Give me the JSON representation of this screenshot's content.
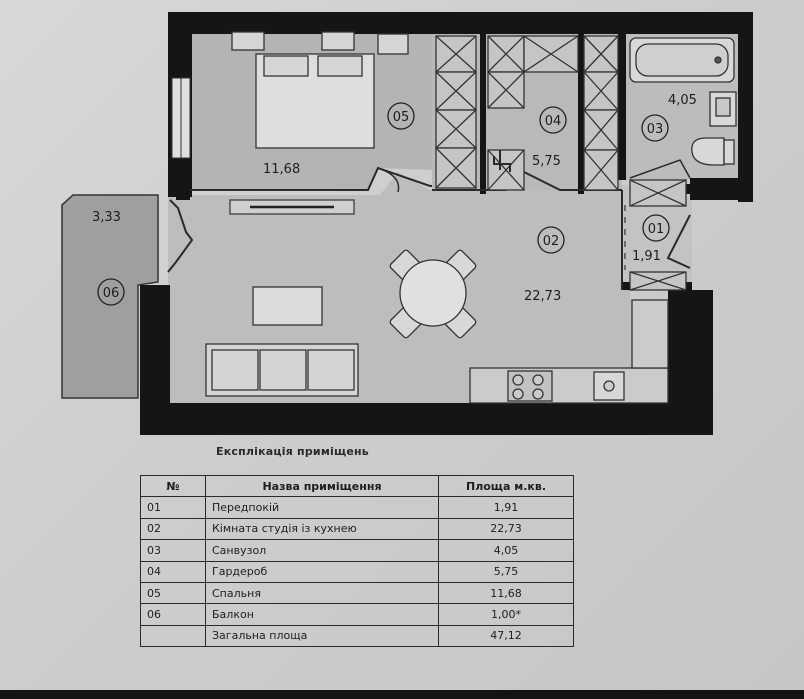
{
  "plan": {
    "rooms": [
      {
        "code": "05",
        "area": "11,68"
      },
      {
        "code": "04",
        "area": "5,75"
      },
      {
        "code": "03",
        "area": "4,05"
      },
      {
        "code": "02",
        "area": "22,73"
      },
      {
        "code": "01",
        "area": "1,91"
      },
      {
        "code": "06",
        "area": "3,33"
      }
    ]
  },
  "explication": {
    "title": "Експлікація приміщень",
    "headers": {
      "num": "№",
      "name": "Назва приміщення",
      "area": "Площа м.кв."
    },
    "rows": [
      {
        "num": "01",
        "name": "Передпокій",
        "area": "1,91"
      },
      {
        "num": "02",
        "name": "Кімната студія із кухнею",
        "area": "22,73"
      },
      {
        "num": "03",
        "name": "Санвузол",
        "area": "4,05"
      },
      {
        "num": "04",
        "name": "Гардероб",
        "area": "5,75"
      },
      {
        "num": "05",
        "name": "Спальня",
        "area": "11,68"
      },
      {
        "num": "06",
        "name": "Балкон",
        "area": "1,00*"
      }
    ],
    "total": {
      "label": "Загальна площа",
      "area": "47,12"
    }
  }
}
